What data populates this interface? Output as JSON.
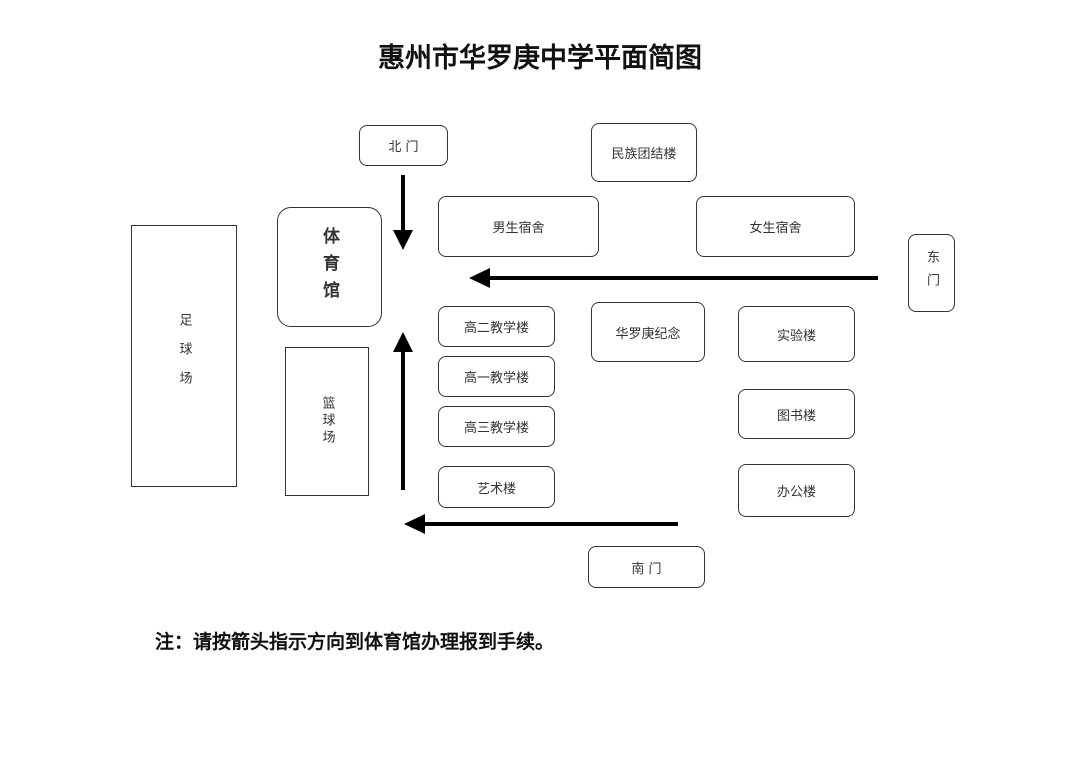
{
  "title": "惠州市华罗庚中学平面简图",
  "buildings": {
    "north_gate": "北 门",
    "unity_building": "民族团结楼",
    "boys_dorm": "男生宿舍",
    "girls_dorm": "女生宿舍",
    "east_gate": "东门",
    "gymnasium": "体育馆",
    "football_field": "足球场",
    "basketball_court": "篮球场",
    "grade2_building": "高二教学楼",
    "grade1_building": "高一教学楼",
    "grade3_building": "高三教学楼",
    "arts_building": "艺术楼",
    "hualuogeng_memorial": "华罗庚纪念",
    "lab_building": "实验楼",
    "library": "图书楼",
    "office_building": "办公楼",
    "south_gate": "南 门"
  },
  "note": "注：请按箭头指示方向到体育馆办理报到手续。",
  "colors": {
    "line": "#333333",
    "arrow": "#000000"
  }
}
